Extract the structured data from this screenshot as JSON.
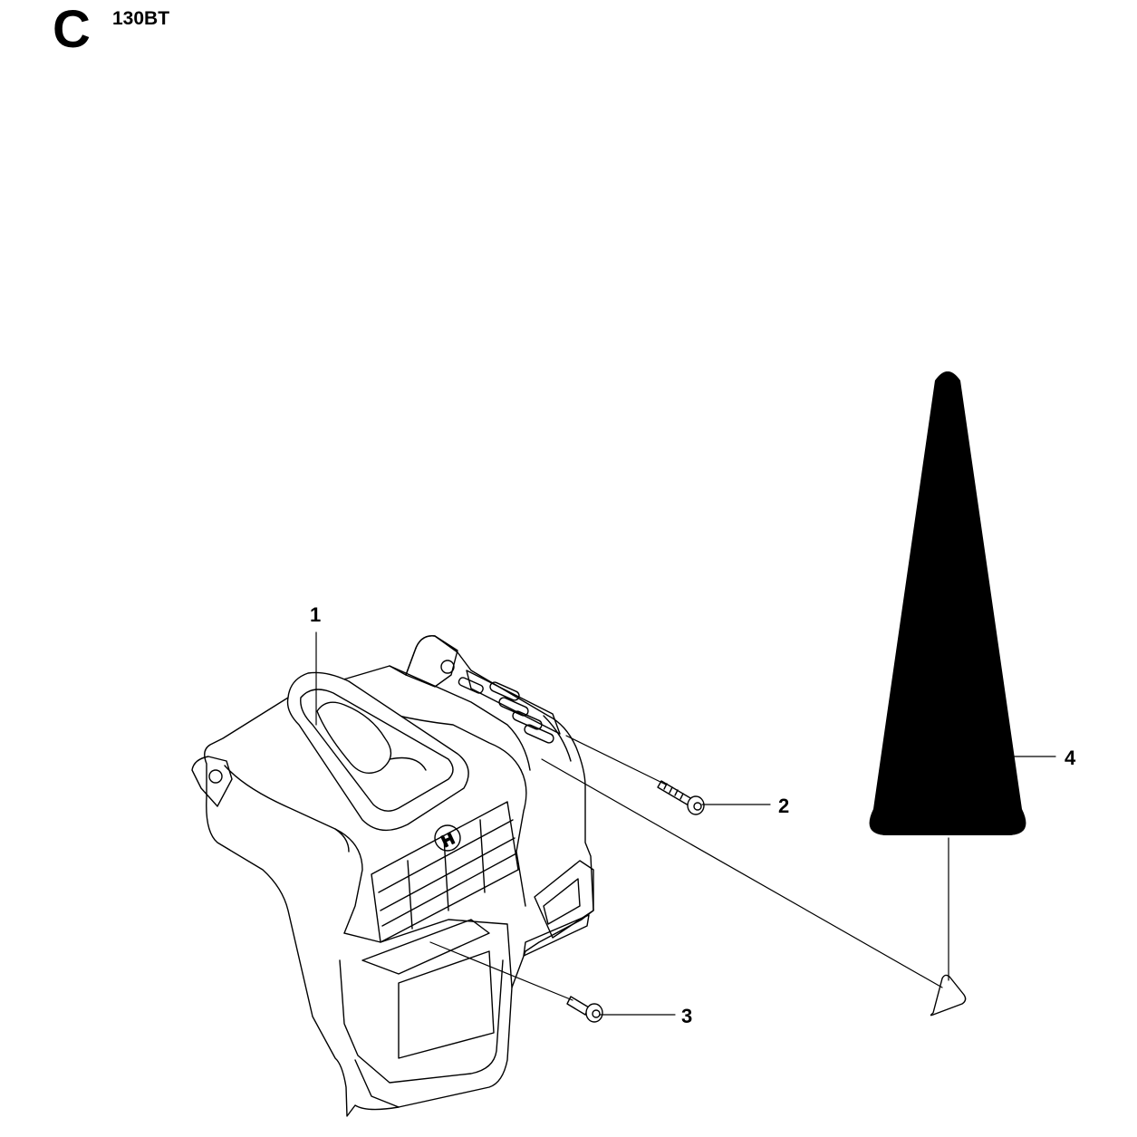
{
  "header": {
    "section_letter": "C",
    "model": "130BT"
  },
  "callouts": [
    {
      "id": "1",
      "label": "1",
      "part": "housing"
    },
    {
      "id": "2",
      "label": "2",
      "part": "long-screw"
    },
    {
      "id": "3",
      "label": "3",
      "part": "short-screw"
    },
    {
      "id": "4",
      "label": "4",
      "part": "warning-decal"
    }
  ]
}
